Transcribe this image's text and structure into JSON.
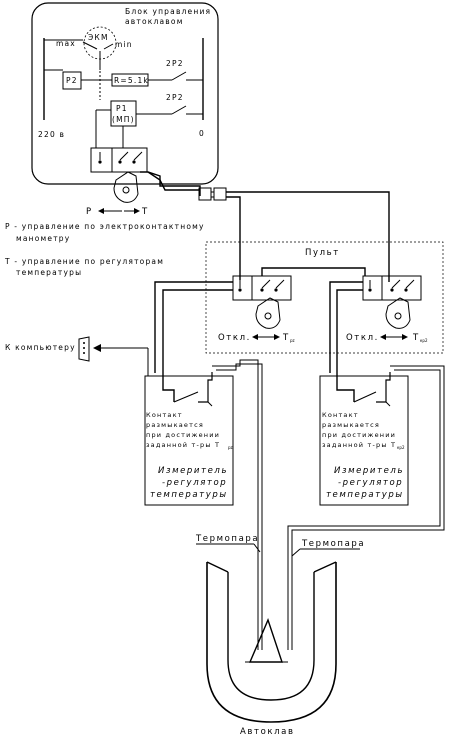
{
  "control_block": {
    "title_line1": "Блок управления",
    "title_line2": "автоклавом",
    "max": "max",
    "ekm": "ЭКМ",
    "min": "min",
    "p2": "Р2",
    "resistor": "R=5.1k",
    "contact_2p2_a": "2Р2",
    "contact_2p2_b": "2Р2",
    "p1_line1": "Р1",
    "p1_line2": "(МП)",
    "voltage": "220 в",
    "zero": "0"
  },
  "switch_p": "Р",
  "switch_t": "Т",
  "legend": {
    "p_line1": "Р - управление по электроконтактному",
    "p_line2": "манометру",
    "t_line1": "Т - управление по регуляторам",
    "t_line2": "температуры"
  },
  "panel": {
    "title": "Пульт",
    "off_left": "Откл.",
    "t_left": "Т",
    "t_left_sub": "рz",
    "off_right": "Откл.",
    "t_right": "Т",
    "t_right_sub": "кр2"
  },
  "computer_label": "К компьютеру",
  "regulators": [
    {
      "note_1": "Контакт",
      "note_2": "размыкается",
      "note_3": "при достижении",
      "note_4": "заданной т-ры Т",
      "note_sub": "рz",
      "name_1": "Измеритель",
      "name_2": "-регулятор",
      "name_3": "температуры"
    },
    {
      "note_1": "Контакт",
      "note_2": "размыкается",
      "note_3": "при достижении",
      "note_4": "заданной т-ры Т",
      "note_sub": "кр2",
      "name_1": "Измеритель",
      "name_2": "-регулятор",
      "name_3": "температуры"
    }
  ],
  "thermocouple_left": "Термопара",
  "thermocouple_right": "Термопара",
  "autoclave": "Автоклав"
}
